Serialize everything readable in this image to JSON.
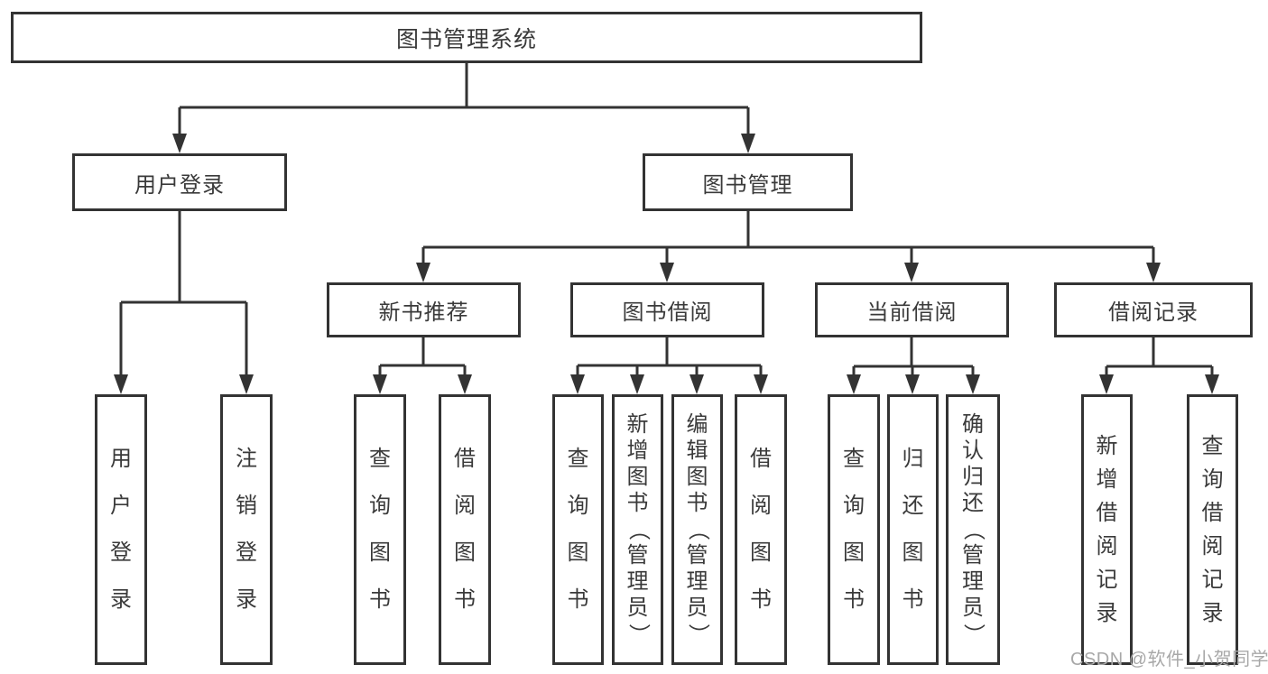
{
  "diagram": {
    "root": {
      "label": "图书管理系统"
    },
    "level2": [
      {
        "label": "用户登录"
      },
      {
        "label": "图书管理"
      }
    ],
    "level3": [
      {
        "label": "新书推荐"
      },
      {
        "label": "图书借阅"
      },
      {
        "label": "当前借阅"
      },
      {
        "label": "借阅记录"
      }
    ],
    "leaves": {
      "user_login": [
        "用户登录",
        "注销登录"
      ],
      "new_book": [
        "查询图书",
        "借阅图书"
      ],
      "book_borrow": [
        "查询图书",
        "新增图书（管理员）",
        "编辑图书（管理员）",
        "借阅图书"
      ],
      "current_borrow": [
        "查询图书",
        "归还图书",
        "确认归还（管理员）"
      ],
      "borrow_record": [
        "新增借阅记录",
        "查询借阅记录"
      ]
    }
  },
  "watermark": {
    "text": "CSDN @软件_小贺同学"
  },
  "colors": {
    "line": "#333333",
    "text": "#3a3a3a",
    "watermark": "#a8a8a8",
    "background": "#ffffff"
  }
}
